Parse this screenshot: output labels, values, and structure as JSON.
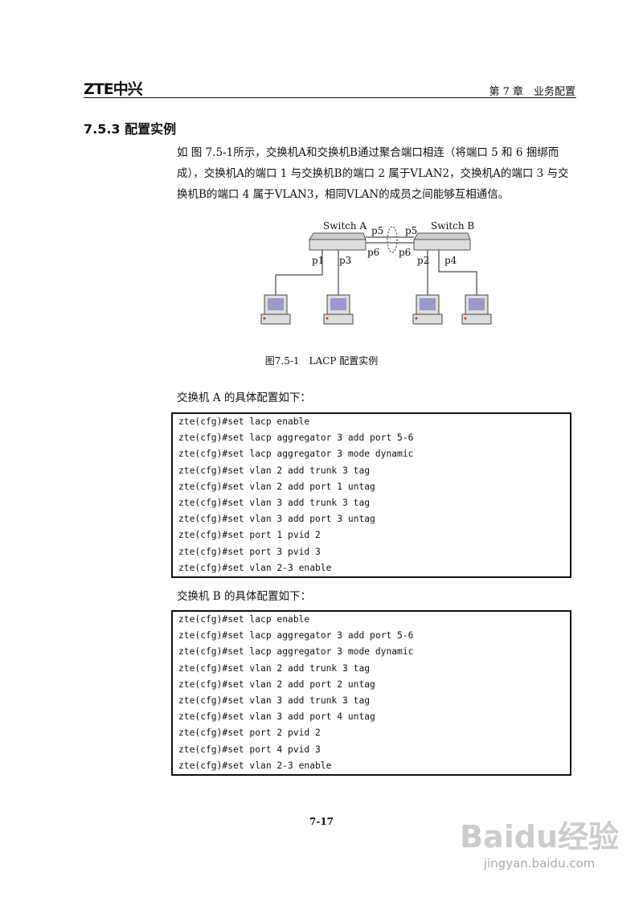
{
  "header": {
    "logo": "ZTE中兴",
    "chapter": "第 7 章　业务配置"
  },
  "section_title": "7.5.3 配置实例",
  "intro": "如 图 7.5-1所示，交换机A和交换机B通过聚合端口相连（将端口 5 和 6 捆绑而成），交换机A的端口 1 与交换机B的端口 2 属于VLAN2，交换机A的端口 3 与交换机B的端口 4 属于VLAN3，相同VLAN的成员之间能够互相通信。",
  "figure": {
    "switch_a": "Switch A",
    "switch_b": "Switch B",
    "ports": {
      "a_p5": "p5",
      "a_p6": "p6",
      "b_p5": "p5",
      "b_p6": "p6",
      "p1": "p1",
      "p3": "p3",
      "p2": "p2",
      "p4": "p4"
    },
    "caption": "图7.5-1　LACP 配置实例"
  },
  "switch_a_label": "交换机 A 的具体配置如下：",
  "switch_a_config": [
    "zte(cfg)#set lacp enable",
    "zte(cfg)#set lacp aggregator 3 add port 5-6",
    "zte(cfg)#set lacp aggregator 3 mode dynamic",
    "zte(cfg)#set vlan 2 add trunk 3 tag",
    "zte(cfg)#set vlan 2 add port 1 untag",
    "zte(cfg)#set vlan 3 add trunk 3 tag",
    "zte(cfg)#set vlan 3 add port 3 untag",
    "zte(cfg)#set port 1 pvid 2",
    "zte(cfg)#set port 3 pvid 3",
    "zte(cfg)#set vlan 2-3 enable"
  ],
  "switch_b_label": "交换机 B 的具体配置如下：",
  "switch_b_config": [
    "zte(cfg)#set lacp enable",
    "zte(cfg)#set lacp aggregator 3 add port 5-6",
    "zte(cfg)#set lacp aggregator 3 mode dynamic",
    "zte(cfg)#set vlan 2 add trunk 3 tag",
    "zte(cfg)#set vlan 2 add port 2 untag",
    "zte(cfg)#set vlan 3 add trunk 3 tag",
    "zte(cfg)#set vlan 3 add port 4 untag",
    "zte(cfg)#set port 2 pvid 2",
    "zte(cfg)#set port 4 pvid 3",
    "zte(cfg)#set vlan 2-3 enable"
  ],
  "page_number": "7-17",
  "watermark": {
    "brand": "Baidu经验",
    "url": "jingyan.baidu.com"
  }
}
